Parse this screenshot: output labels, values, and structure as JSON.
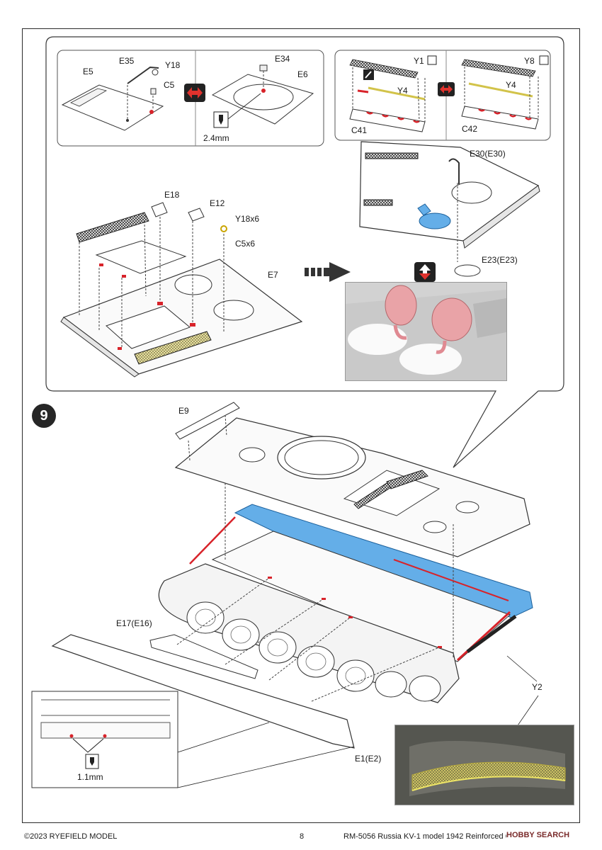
{
  "step": {
    "number": "9"
  },
  "colors": {
    "highlight_blue": "#64aee8",
    "glue_red": "#d8232a",
    "photoetch_yellow": "#e7db5f",
    "primer_pink": "#e9a3a7"
  },
  "icons": [
    "exchange-icon",
    "drill-icon",
    "up-down-arrow-icon",
    "paint-brush-icon",
    "bend-icon",
    "right-arrow-icon"
  ],
  "panel_a": {
    "labels": [
      "E5",
      "E35",
      "Y18",
      "C5",
      "E34",
      "E6"
    ],
    "drill": "2.4mm"
  },
  "panel_b": {
    "labels": [
      "Y1",
      "Y4",
      "C41",
      "Y8",
      "Y4",
      "C42"
    ]
  },
  "hull_deck": {
    "labels": [
      "E18",
      "E12",
      "Y18x6",
      "C5x6",
      "E7"
    ]
  },
  "hatch_detail": {
    "labels": [
      "E30(E30)",
      "E23(E23)"
    ]
  },
  "main": {
    "labels": [
      "E9",
      "E17(E16)",
      "Y2",
      "E1(E2)"
    ]
  },
  "fender_inset": {
    "drill": "1.1mm"
  },
  "footer": {
    "copyright": "©2023 RYEFIELD MODEL",
    "page_number": "8",
    "product": "RM-5056 Russia KV-1 model 1942 Reinforced Cast Turret",
    "watermark": "HOBBY SEARCH"
  }
}
